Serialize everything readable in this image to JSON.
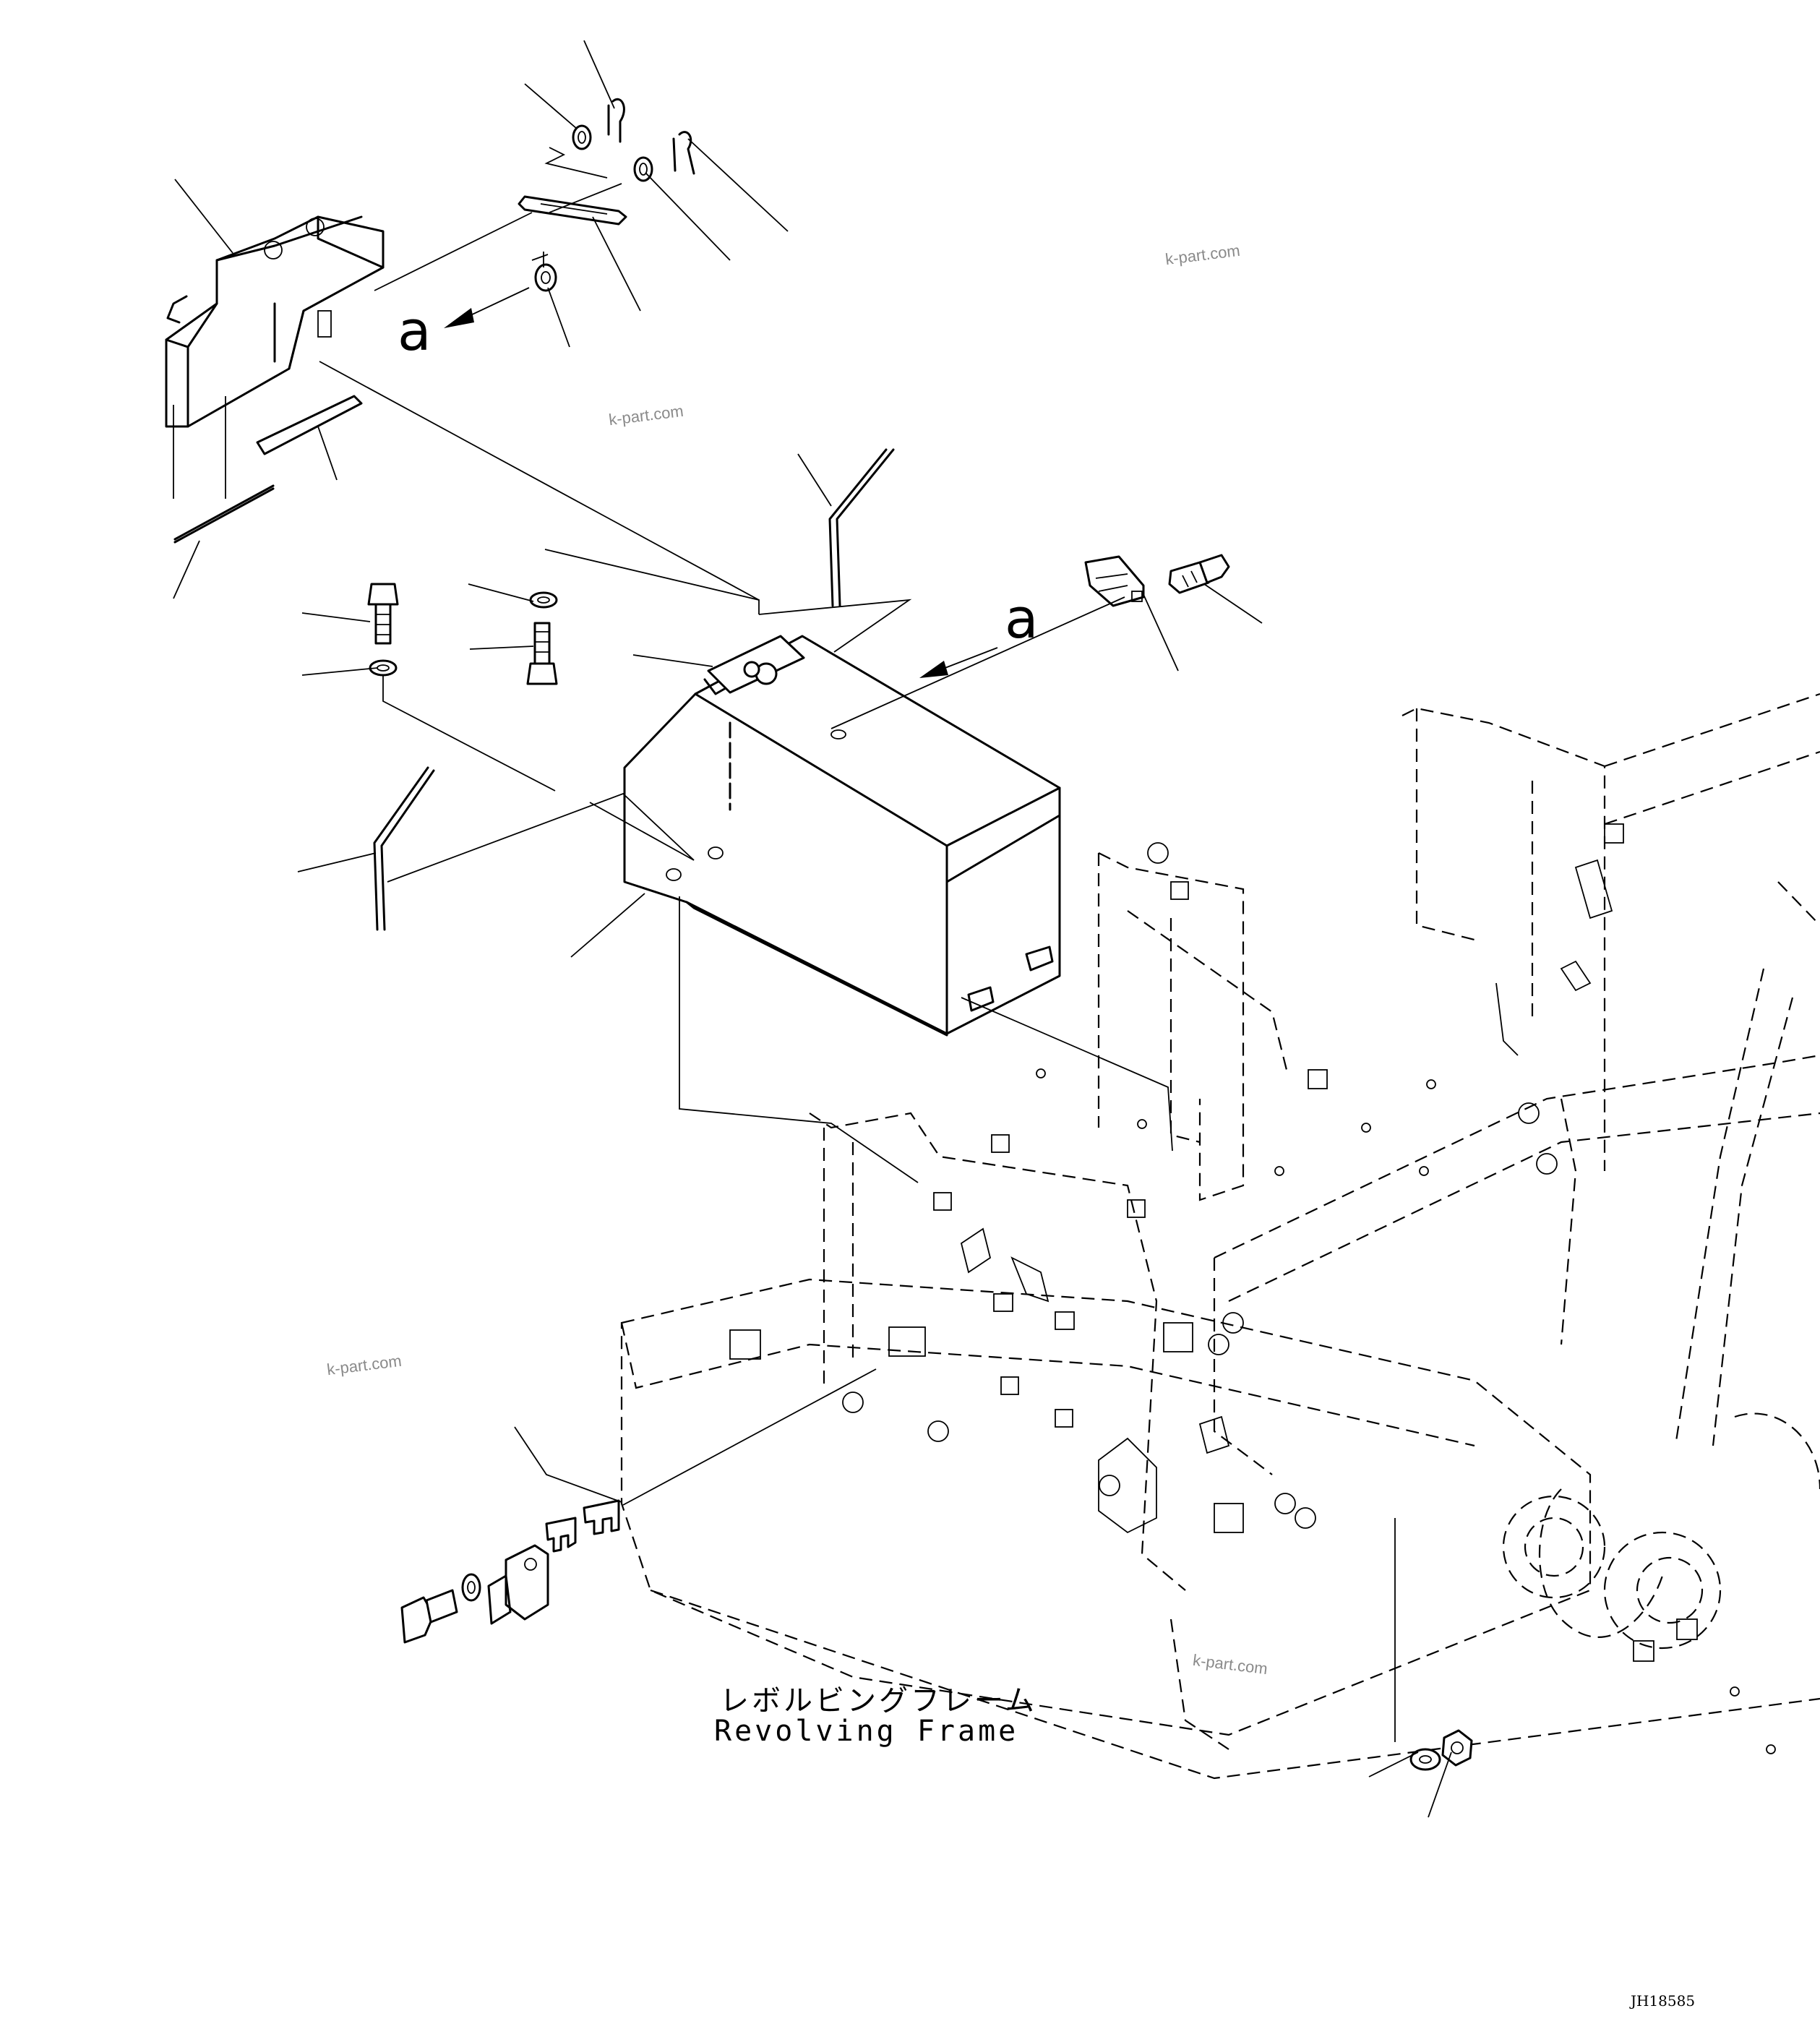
{
  "callouts": {
    "view_a_1": "a",
    "view_a_2": "a"
  },
  "frame_label": {
    "japanese": "レボルビングフレーム",
    "english": "Revolving Frame"
  },
  "watermarks": [
    "k-part.com",
    "k-part.com",
    "k-part.com",
    "k-part.com"
  ],
  "drawing_id": "JH18585",
  "colors": {
    "ink": "#000000",
    "watermark": "#8a8a8a",
    "background": "#ffffff"
  }
}
